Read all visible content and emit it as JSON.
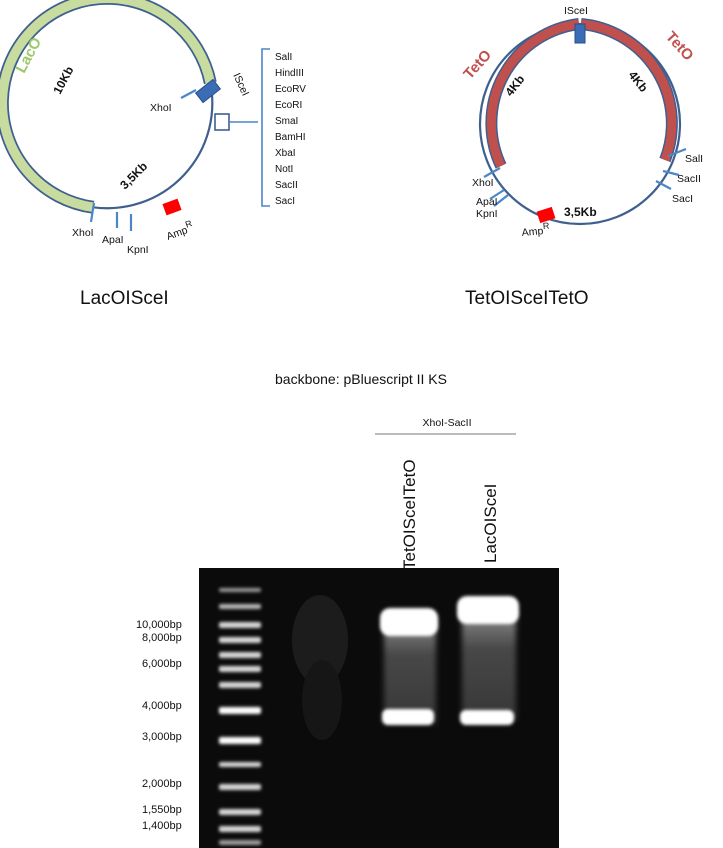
{
  "plasmid_left": {
    "name": "LacOISceI",
    "insert_label": "LacO",
    "insert_size": "10Kb",
    "backbone_size": "3,5Kb",
    "isce_label": "ISceI",
    "marker_base": "Amp",
    "marker_sup": "R",
    "xho_upper": "XhoI",
    "lower_sites": [
      "XhoI",
      "ApaI",
      "KpnI"
    ],
    "mcs_sites": [
      "SalI",
      "HindIII",
      "EcoRV",
      "EcoRI",
      "SmaI",
      "BamHI",
      "XbaI",
      "NotI",
      "SacII",
      "SacI"
    ]
  },
  "plasmid_right": {
    "name": "TetOISceITetO",
    "insert_label_left": "TetO",
    "insert_label_right": "TetO",
    "size_left": "4Kb",
    "size_right": "4Kb",
    "backbone_size": "3,5Kb",
    "isce_label": "ISceI",
    "marker_base": "Amp",
    "marker_sup": "R",
    "left_sites": [
      "XhoI",
      "ApaI",
      "KpnI"
    ],
    "right_sites": [
      "SalI",
      "SacII",
      "SacI"
    ]
  },
  "gel": {
    "title": "backbone: pBluescript II KS",
    "digest_label": "XhoI-SacII",
    "lanes": [
      "TetOISceITetO",
      "LacOISceI"
    ],
    "ladder": [
      "10,000bp",
      "8,000bp",
      "6,000bp",
      "4,000bp",
      "3,000bp",
      "2,000bp",
      "1,550bp",
      "1,400bp"
    ]
  },
  "colors": {
    "plasmid_line": "#3f5f8f",
    "laco": "#c8dca0",
    "laco_text": "#9cc86a",
    "teto": "#c0504d",
    "isce_box": "#3a6db5",
    "amp": "#ff0000",
    "site_tick": "#4a86c8"
  }
}
